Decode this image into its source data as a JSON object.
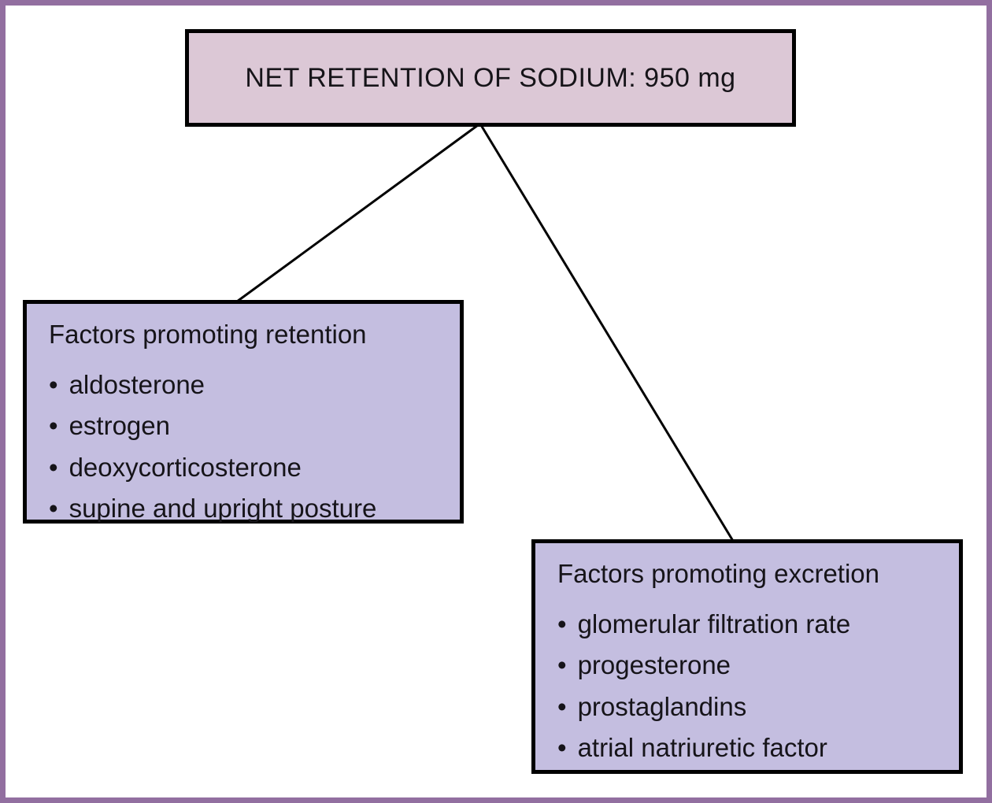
{
  "diagram": {
    "bullet_char": "•",
    "root": {
      "label": "NET RETENTION OF SODIUM: 950 mg",
      "fill": "#dcc8d6"
    },
    "retention_box": {
      "title": "Factors promoting retention",
      "items": [
        "aldosterone",
        "estrogen",
        "deoxycorticosterone",
        "supine and upright posture"
      ],
      "fill": "#c4bee0"
    },
    "excretion_box": {
      "title": "Factors promoting excretion",
      "items": [
        "glomerular filtration rate",
        "progesterone",
        "prostaglandins",
        "atrial natriuretic factor"
      ],
      "fill": "#c4bee0"
    },
    "colors": {
      "frame_border": "#926fa0",
      "box_border": "#000000",
      "connector_line": "#000000",
      "text": "#161419",
      "background": "#ffffff"
    }
  }
}
